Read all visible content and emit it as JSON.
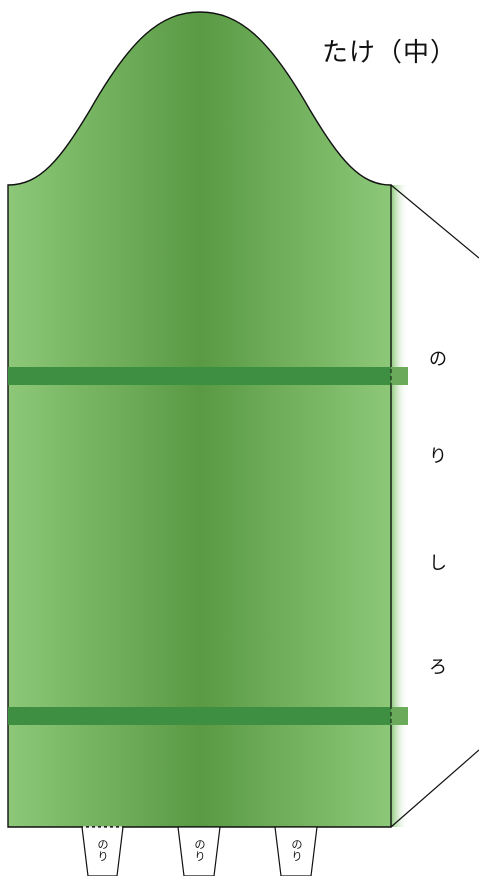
{
  "title": "たけ（中）",
  "glue_label": [
    "の",
    "り",
    "し",
    "ろ"
  ],
  "tab_label": [
    "の",
    "り"
  ],
  "colors": {
    "bamboo_light": "#8cc878",
    "bamboo_dark": "#5a9a44",
    "band": "#3f8f42",
    "outline": "#111111"
  }
}
